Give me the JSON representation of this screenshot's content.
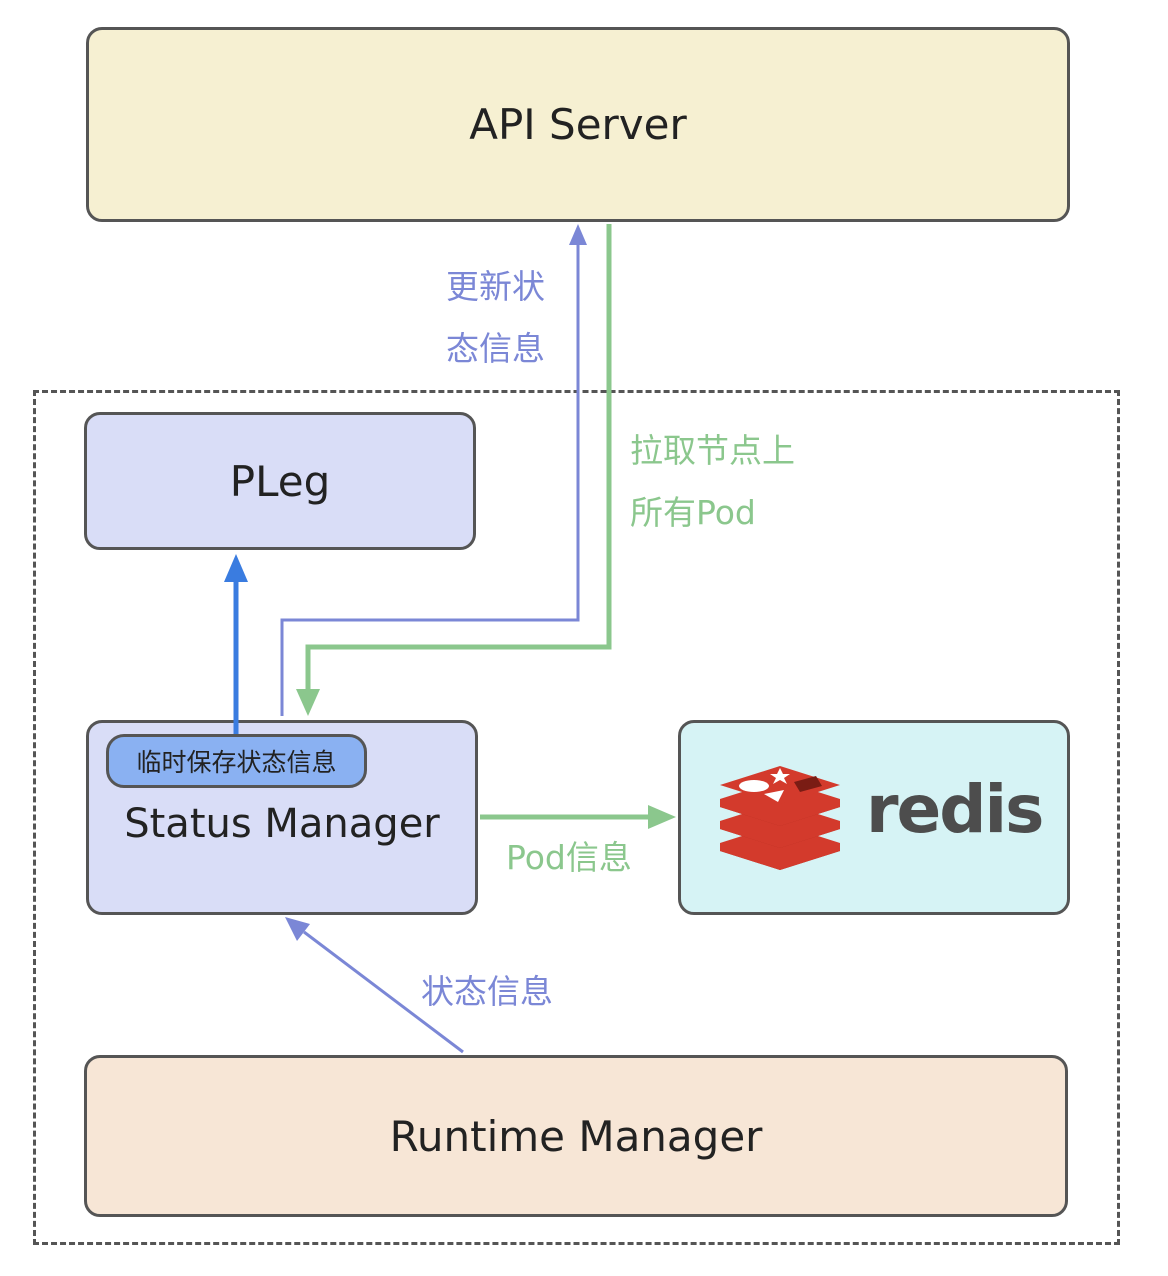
{
  "nodes": {
    "api_server": "API Server",
    "pleg": "PLeg",
    "status_manager": "Status Manager",
    "temp_storage_badge": "临时保存状态信息",
    "runtime_manager": "Runtime Manager",
    "redis_wordmark": "redis"
  },
  "edges": {
    "update_status_line1": "更新状",
    "update_status_line2": "态信息",
    "fetch_pods_line1": "拉取节点上",
    "fetch_pods_line2": "所有Pod",
    "pod_info": "Pod信息",
    "state_info": "状态信息"
  },
  "colors": {
    "api_server_fill": "#f6f0d2",
    "pleg_fill": "#d9ddf7",
    "status_manager_fill": "#d9ddf7",
    "redis_fill": "#d6f3f5",
    "runtime_manager_fill": "#f7e6d6",
    "badge_fill": "#8ab1f2",
    "purple_edge": "#7b87d6",
    "green_edge": "#8bc78d",
    "blue_edge": "#3a7ce0",
    "redis_red": "#d33a2c"
  }
}
